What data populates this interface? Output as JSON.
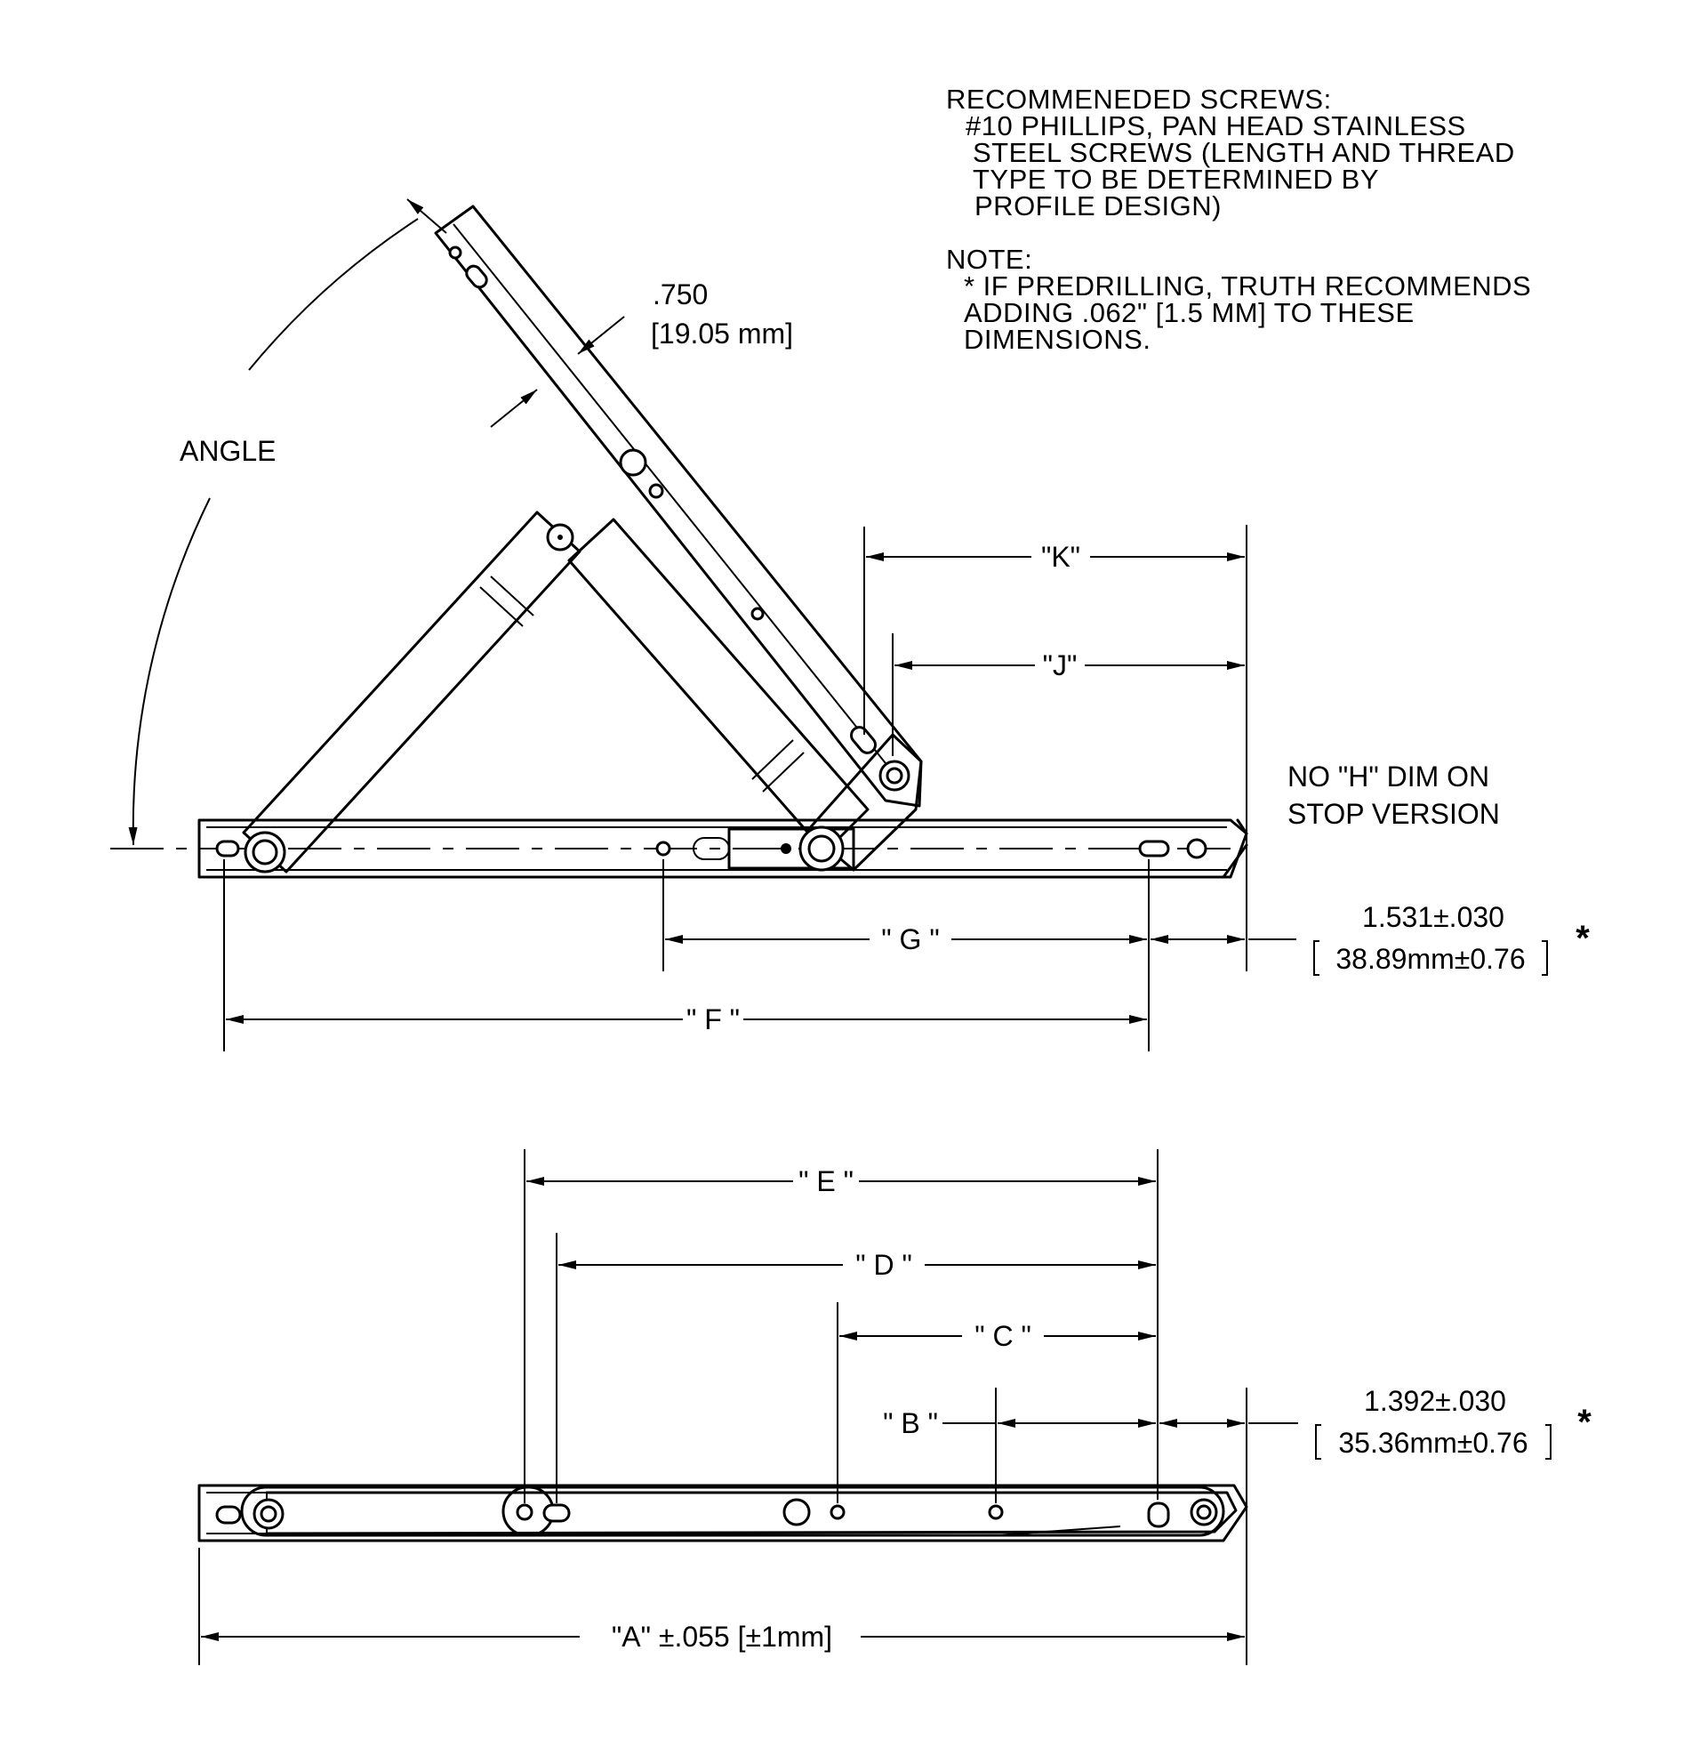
{
  "notes": {
    "screws_title": "RECOMMENEDED SCREWS:",
    "screws_line1": "#10 PHILLIPS, PAN HEAD STAINLESS",
    "screws_line2": "STEEL SCREWS (LENGTH AND THREAD",
    "screws_line3": "TYPE TO BE DETERMINED BY",
    "screws_line4": "PROFILE DESIGN)",
    "note_title": "NOTE:",
    "note_line1": "* IF PREDRILLING, TRUTH RECOMMENDS",
    "note_line2": "ADDING .062\" [1.5 MM] TO THESE",
    "note_line3": "DIMENSIONS.",
    "stop_line1": "NO \"H\" DIM ON",
    "stop_line2": "STOP VERSION"
  },
  "labels": {
    "angle": "ANGLE",
    "width_in": ".750",
    "width_mm": "[19.05 mm]",
    "K": "\"K\"",
    "J": "\"J\"",
    "G": "\" G \"",
    "F": "\" F \"",
    "E": "\" E \"",
    "D": "\" D \"",
    "C": "\" C \"",
    "B": "\" B \"",
    "A": "\"A\" ±.055 [±1mm]",
    "top_offset_in": "1.531±.030",
    "top_offset_mm": "38.89mm±0.76",
    "bottom_offset_in": "1.392±.030",
    "bottom_offset_mm": "35.36mm±0.76",
    "asterisk": "*"
  }
}
